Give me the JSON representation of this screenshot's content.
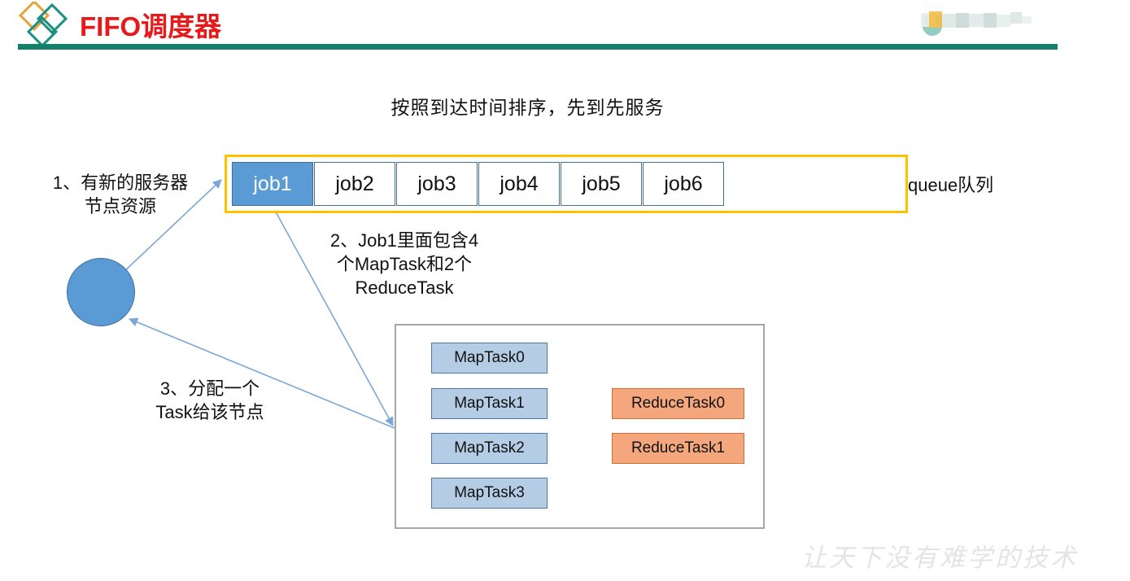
{
  "header": {
    "title": "FIFO调度器",
    "title_color": "#e8191a",
    "rule_color": "#16816b",
    "logo_icon": "three-diamonds-logo-icon",
    "brand_mark_icon": "blurred-brand-watermark-icon"
  },
  "subtitle": "按照到达时间排序，先到先服务",
  "queue": {
    "border_color": "#ffc000",
    "label": "queue队列",
    "active_cell_color": "#5b9bd5",
    "cells": [
      {
        "label": "job1",
        "active": true
      },
      {
        "label": "job2",
        "active": false
      },
      {
        "label": "job3",
        "active": false
      },
      {
        "label": "job4",
        "active": false
      },
      {
        "label": "job5",
        "active": false
      },
      {
        "label": "job6",
        "active": false
      }
    ],
    "incoming_arrow_icon": "left-arrow-icon"
  },
  "callouts": [
    {
      "id": "callout-1",
      "text": "1、有新的服务器\n节点资源"
    },
    {
      "id": "callout-2",
      "text": "2、Job1里面包含4\n个MapTask和2个\nReduceTask"
    },
    {
      "id": "callout-3",
      "text": "3、分配一个\nTask给该节点"
    }
  ],
  "node": {
    "name": "server-node",
    "fill_color": "#5b9bd5",
    "stroke_color": "#3f6f9f"
  },
  "task_box": {
    "border_color": "#a6a6a6",
    "map_task_color": "#b4cde4",
    "map_task_border": "#4a79a8",
    "reduce_task_color": "#f4a77c",
    "reduce_task_border": "#d06f34",
    "map_tasks": [
      "MapTask0",
      "MapTask1",
      "MapTask2",
      "MapTask3"
    ],
    "reduce_tasks": [
      "ReduceTask0",
      "ReduceTask1"
    ]
  },
  "arrows": {
    "color": "#7ba7d7",
    "items": [
      {
        "name": "arrow-node-to-queue",
        "from": "server-node",
        "to": "job1-cell"
      },
      {
        "name": "arrow-job1-to-taskbox",
        "from": "job1-cell",
        "to": "task-box"
      },
      {
        "name": "arrow-taskbox-to-node",
        "from": "task-box",
        "to": "server-node"
      },
      {
        "name": "arrow-incoming-jobs",
        "from": "right",
        "to": "queue"
      }
    ]
  },
  "footer_watermark": "让天下没有难学的技术"
}
